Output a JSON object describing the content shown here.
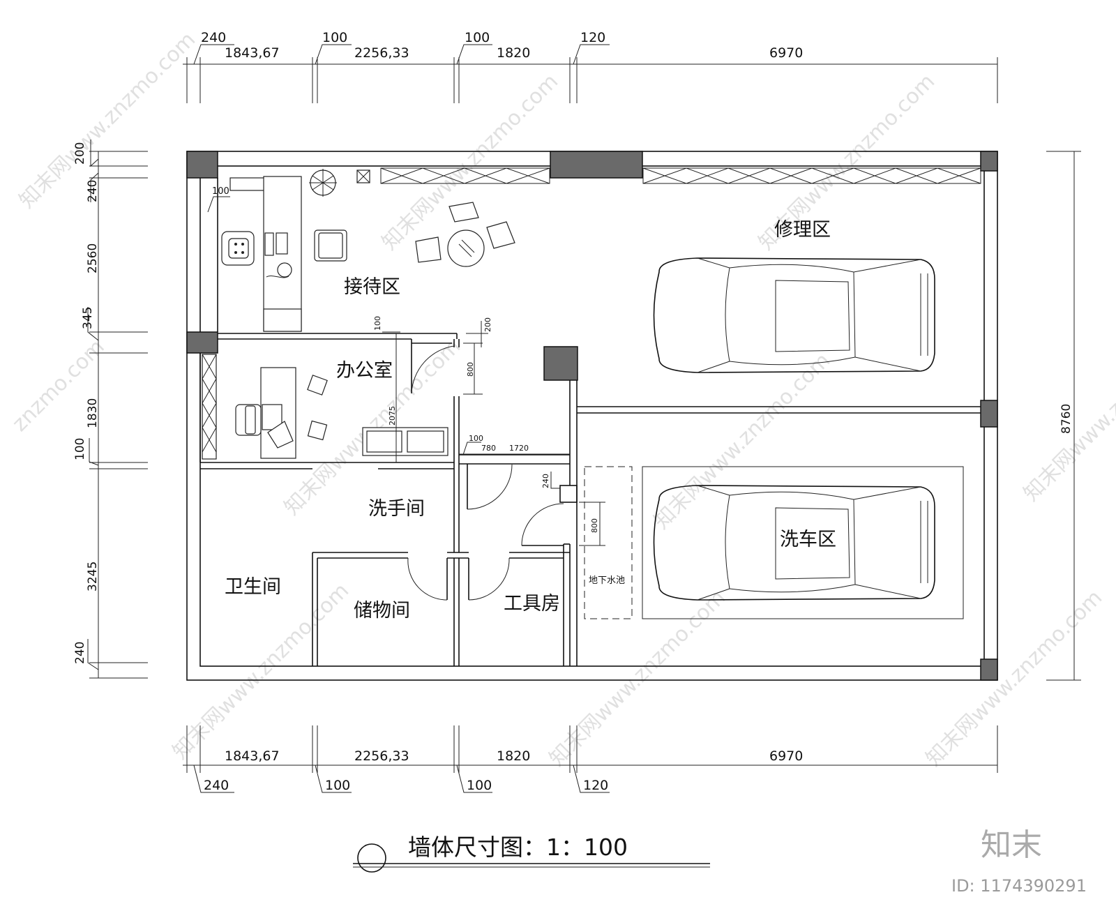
{
  "rooms": {
    "reception": "接待区",
    "repair": "修理区",
    "office": "办公室",
    "washroom": "洗手间",
    "toilet": "卫生间",
    "storage": "储物间",
    "tool_room": "工具房",
    "car_wash": "洗车区",
    "underground_pool": "地下水池"
  },
  "dimensions": {
    "top_wall_offsets": [
      "240",
      "100",
      "100",
      "120"
    ],
    "top_widths": [
      "1843,67",
      "2256,33",
      "1820",
      "6970"
    ],
    "bottom_widths": [
      "1843,67",
      "2256,33",
      "1820",
      "6970"
    ],
    "bottom_wall_offsets": [
      "240",
      "100",
      "100",
      "120"
    ],
    "left_heights": [
      "200",
      "240",
      "2560",
      "345",
      "1830",
      "100",
      "3245",
      "240"
    ],
    "right_total": "8760",
    "inner": {
      "reception_gap": "100",
      "office_top": "100",
      "office_right": "200",
      "door_800_a": "800",
      "office_depth": "2075",
      "corridor_100": "100",
      "corridor_780": "780",
      "corridor_1720": "1720",
      "wall_240": "240",
      "door_800_b": "800"
    }
  },
  "title": {
    "text": "墙体尺寸图：1：100"
  },
  "watermark": {
    "brand": "知末",
    "id": "ID: 1174390291",
    "site": "znzmo.com",
    "site_cn": "知末网www.znzmo.com"
  }
}
